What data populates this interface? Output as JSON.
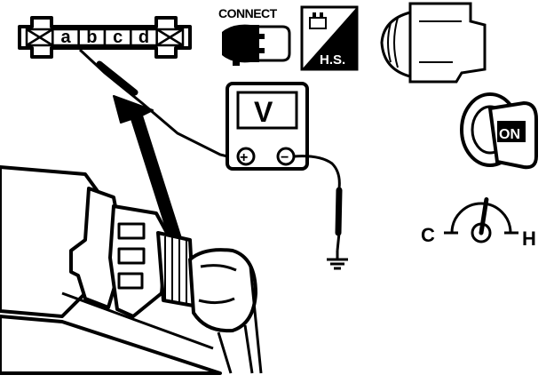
{
  "connector": {
    "pins": [
      {
        "label": "X",
        "kind": "blank"
      },
      {
        "label": "a",
        "kind": "pin"
      },
      {
        "label": "b",
        "kind": "pin"
      },
      {
        "label": "c",
        "kind": "pin"
      },
      {
        "label": "d",
        "kind": "pin"
      },
      {
        "label": "X",
        "kind": "blank"
      }
    ]
  },
  "icons": {
    "connect_label": "CONNECT",
    "hs_label": "H.S."
  },
  "voltmeter": {
    "display": "V",
    "plus": "+",
    "minus": "−"
  },
  "ignition": {
    "key_label": "ON"
  },
  "gauge": {
    "cold_label": "C",
    "hot_label": "H",
    "needle_level": 0.55
  },
  "colors": {
    "ink": "#000000",
    "paper": "#ffffff"
  }
}
